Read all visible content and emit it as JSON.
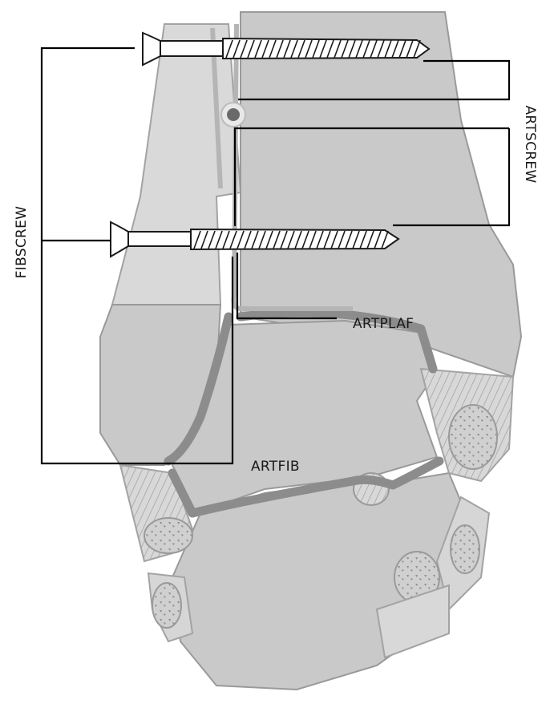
{
  "labels": {
    "fibscrew": "FIBSCREW",
    "artscrew": "ARTSCREW",
    "artplaf": "ARTPLAF",
    "artfib": "ARTFIB"
  },
  "colors": {
    "bone": "#c9c9c9",
    "joint": "#8c8c8c",
    "leader": "#000000",
    "screw": "#ffffff"
  },
  "icons": [
    "screw-upper-icon",
    "screw-lower-icon",
    "marker-dot-icon"
  ]
}
